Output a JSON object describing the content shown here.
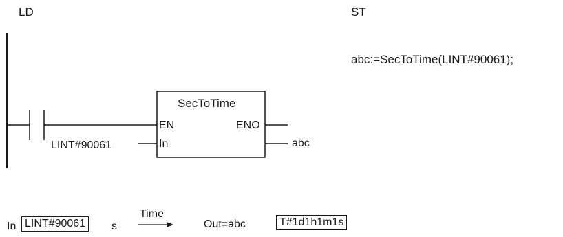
{
  "sections": {
    "ld_label": "LD",
    "st_label": "ST"
  },
  "st_code": "abc:=SecToTime(LINT#90061);",
  "ld": {
    "function_block": {
      "name": "SecToTime",
      "input_en": "EN",
      "output_eno": "ENO",
      "input_in": "In"
    },
    "input_constant": "LINT#90061",
    "output_variable": "abc"
  },
  "example": {
    "in_label": "In",
    "in_value": "LINT#90061",
    "in_unit": "s",
    "arrow_label": "Time",
    "out_label": "Out=abc",
    "out_value": "T#1d1h1m1s"
  }
}
